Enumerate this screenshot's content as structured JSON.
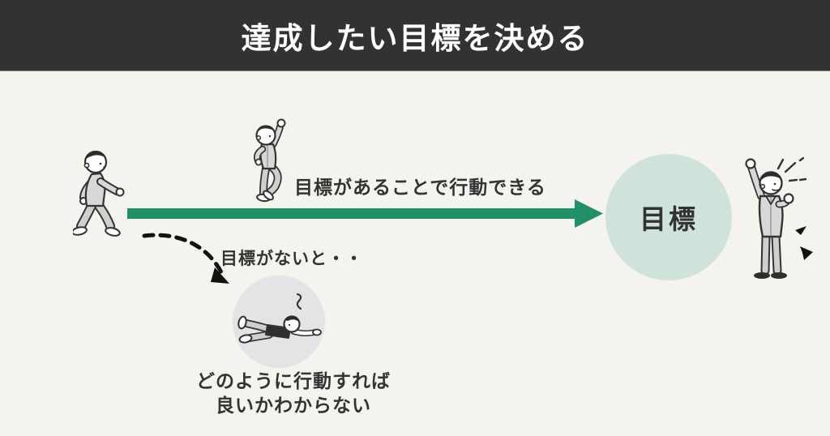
{
  "header": {
    "title": "達成したい目標を決める"
  },
  "main": {
    "with_goal_label": "目標があることで行動できる",
    "without_goal_label": "目標がないと・・",
    "goal_circle_label": "目標",
    "confusion_line1": "どのように行動すれば",
    "confusion_line2": "良いかわからない"
  },
  "illustrations": {
    "walking_person": "walking-person-illustration",
    "excited_person": "excited-dancing-person-illustration",
    "lying_person": "lying-down-person-illustration",
    "celebrating_person": "celebrating-person-illustration",
    "solid_arrow": "green-right-arrow",
    "dashed_arrow": "dashed-curved-down-arrow"
  },
  "colors": {
    "header_bg": "#323232",
    "header_text": "#ffffff",
    "body_bg": "#f4f3ee",
    "arrow_green": "#218f67",
    "goal_circle": "#cfe3da",
    "slump_circle": "#e4e4e6",
    "text_dark": "#333333"
  }
}
